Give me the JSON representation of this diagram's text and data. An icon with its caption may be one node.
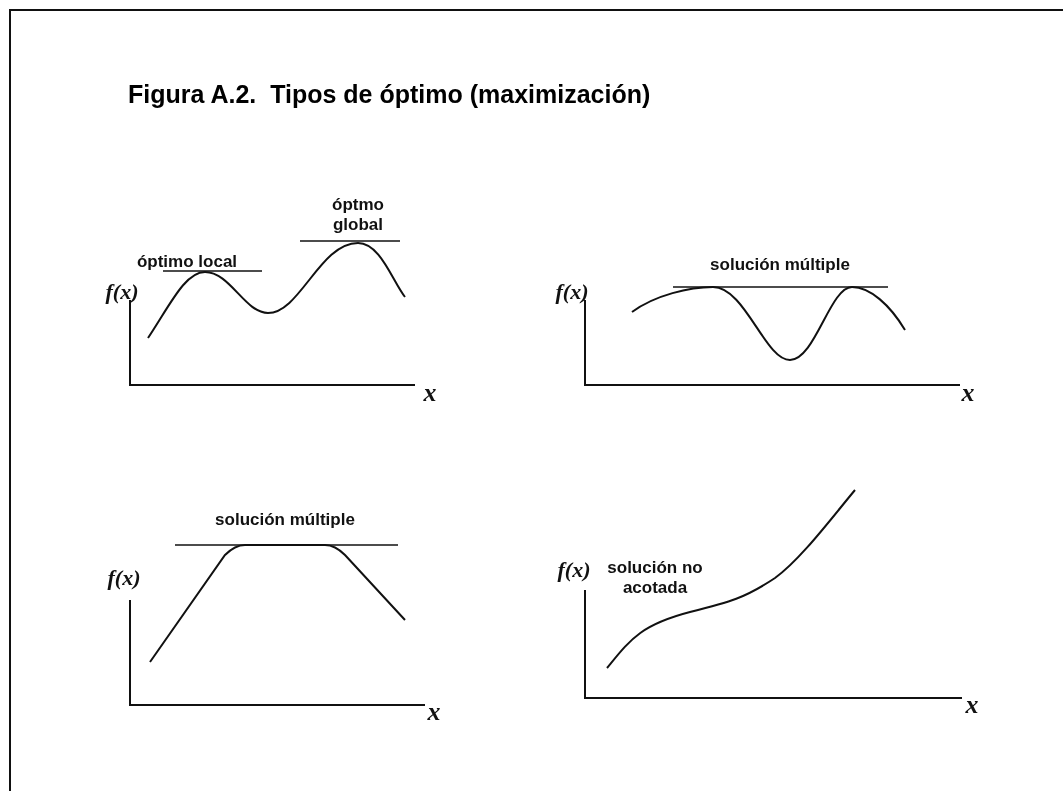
{
  "diagram": {
    "title": "Figura A.2.  Tipos de óptimo (maximización)",
    "labels": [
      "f(x)",
      "óptimo local",
      "óptmo global",
      "x",
      "f(x)",
      "solución múltiple",
      "x",
      "f(x)",
      "solución múltiple",
      "x",
      "f(x)",
      "solución no acotada",
      "x"
    ]
  }
}
